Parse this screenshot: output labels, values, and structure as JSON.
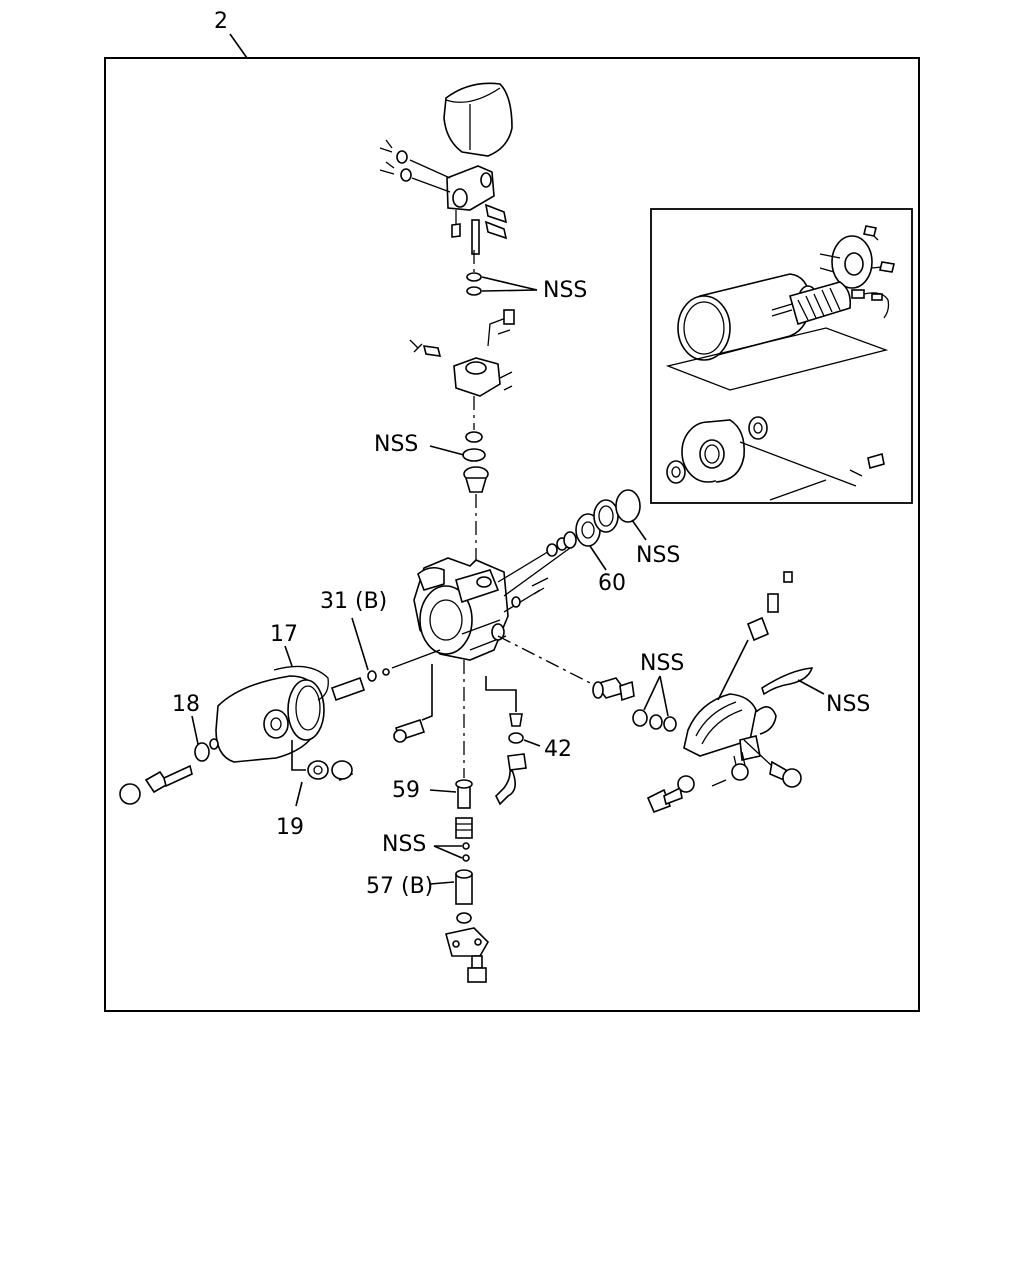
{
  "assembly_number": "2",
  "callouts": {
    "nss_top": "NSS",
    "nss_mid": "NSS",
    "nss_bearing": "NSS",
    "nss_right": "NSS",
    "nss_lever": "NSS",
    "nss_bottom": "NSS",
    "part_60": "60",
    "part_31b": "31 (B)",
    "part_17": "17",
    "part_18": "18",
    "part_19": "19",
    "part_42": "42",
    "part_59": "59",
    "part_57b": "57 (B)"
  }
}
